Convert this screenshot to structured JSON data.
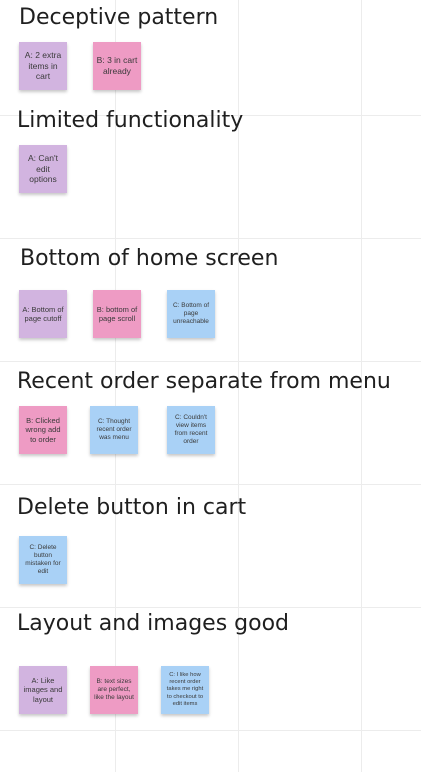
{
  "colors": {
    "purple": "#d2b4e0",
    "pink": "#ee9bc4",
    "blue": "#a9d1f6"
  },
  "groups": [
    {
      "title": "Deceptive pattern",
      "notes": [
        {
          "text": "A: 2 extra items in cart",
          "color": "purple"
        },
        {
          "text": "B: 3 in cart already",
          "color": "pink"
        }
      ]
    },
    {
      "title": "Limited functionality",
      "notes": [
        {
          "text": "A: Can't edit options",
          "color": "purple"
        }
      ]
    },
    {
      "title": "Bottom of home screen",
      "notes": [
        {
          "text": "A: Bottom of page cutoff",
          "color": "purple"
        },
        {
          "text": "B: bottom of page scroll",
          "color": "pink"
        },
        {
          "text": "C: Bottom of page unreachable",
          "color": "blue"
        }
      ]
    },
    {
      "title": "Recent order separate from menu",
      "notes": [
        {
          "text": "B: Clicked wrong add to order",
          "color": "pink"
        },
        {
          "text": "C: Thought recent order was menu",
          "color": "blue"
        },
        {
          "text": "C: Couldn't view items from recent order",
          "color": "blue"
        }
      ]
    },
    {
      "title": "Delete button in cart",
      "notes": [
        {
          "text": "C: Delete button mistaken for edit",
          "color": "blue"
        }
      ]
    },
    {
      "title": "Layout and images good",
      "notes": [
        {
          "text": "A: Like images and layout",
          "color": "purple"
        },
        {
          "text": "B: text sizes are perfect, like the layout",
          "color": "pink"
        },
        {
          "text": "C: I like how recent order takes me right to checkout to edit items",
          "color": "blue"
        }
      ]
    }
  ]
}
